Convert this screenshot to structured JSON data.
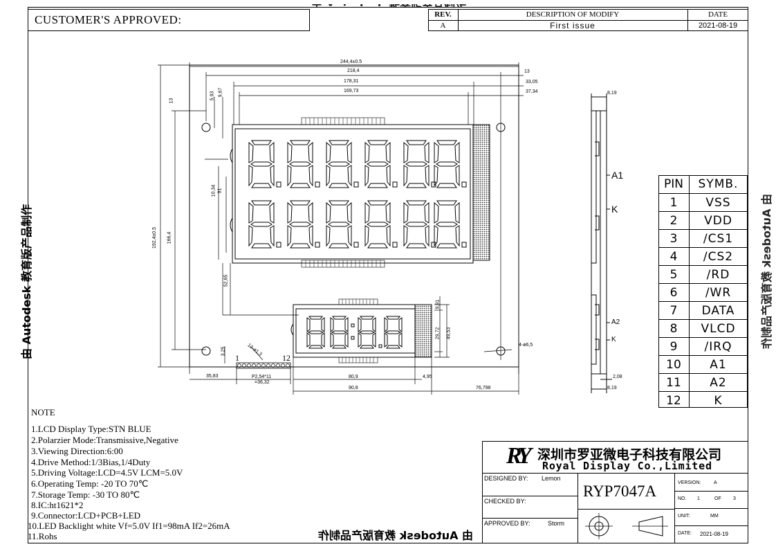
{
  "header": {
    "customer_label": "CUSTOMER'S APPROVED:",
    "rev_header": "REV.",
    "desc_header": "DESCRIPTION OF MODIFY",
    "date_header": "DATE",
    "rev_value": "A",
    "desc_value": "First issue",
    "date_value": "2021-08-19"
  },
  "watermark": {
    "text": "由 Autodesk 教育版产品制作"
  },
  "dimensions": {
    "overall_width": "244,4±0.5",
    "pcb_width": "218,4",
    "view_width": "178,31",
    "active_width": "169,73",
    "right_13": "13",
    "right_33": "33,05",
    "right_37": "37,34",
    "left_13": "13",
    "top_593": "5,93",
    "top_967": "9,67",
    "height_overall": "192,4±0.5",
    "height_pcb": "166,4",
    "char_h1": "10,34",
    "char_h2": "91",
    "spacing_52": "52,65",
    "small_991": "9,91",
    "small_2972": "29,72",
    "small_4953": "49,53",
    "hole": "4-ø6,5",
    "bottom_3583": "35,83",
    "pitch": "P2,54*11",
    "pitch_total": "=36,32",
    "pins_12": "12-ø1,3",
    "pin_first": "1",
    "pin_last": "12",
    "bottom_809": "80,9",
    "bottom_495": "4,95",
    "bottom_908": "90,8",
    "bottom_76798": "76,798",
    "offset_325": "3,25",
    "side_819_top": "8,19",
    "side_208": "2,08",
    "side_819_bottom": "8,19",
    "side_a1": "A1",
    "side_k1": "K",
    "side_a2": "A2",
    "side_k2": "K"
  },
  "pin_table": {
    "header_pin": "PIN",
    "header_symb": "SYMB.",
    "rows": [
      {
        "pin": "1",
        "symb": "VSS"
      },
      {
        "pin": "2",
        "symb": "VDD"
      },
      {
        "pin": "3",
        "symb": "/CS1"
      },
      {
        "pin": "4",
        "symb": "/CS2"
      },
      {
        "pin": "5",
        "symb": "/RD"
      },
      {
        "pin": "6",
        "symb": "/WR"
      },
      {
        "pin": "7",
        "symb": "DATA"
      },
      {
        "pin": "8",
        "symb": "VLCD"
      },
      {
        "pin": "9",
        "symb": "/IRQ"
      },
      {
        "pin": "10",
        "symb": "A1"
      },
      {
        "pin": "11",
        "symb": "A2"
      },
      {
        "pin": "12",
        "symb": "K"
      }
    ]
  },
  "notes": {
    "title": "NOTE",
    "lines": [
      "1.LCD Display Type:STN BLUE",
      "2.Polarzier Mode:Transmissive,Negative",
      "3.Viewing Direction:6:00",
      "4.Drive Method:1/3Bias,1/4Duty",
      "5.Driving Voltage:LCD=4.5V  LCM=5.0V",
      "6.Operating Temp: -20 TO 70℃",
      "7.Storage Temp: -30 TO 80℃",
      "8.IC:ht1621*2",
      "9.Connector:LCD+PCB+LED",
      "10.LED Backlight white Vf=5.0V If1=98mA If2=26mA",
      "11.Rohs"
    ]
  },
  "title_block": {
    "company_cn": "深圳市罗亚微电子科技有限公司",
    "company_en": "Royal Display Co.,Limited",
    "logo": "RY",
    "designed_label": "DESIGNED BY:",
    "designed_value": "Lemon",
    "checked_label": "CHECKED BY:",
    "checked_value": "",
    "approved_label": "APPROVED BY:",
    "approved_value": "Storm",
    "part_number": "RYP7047A",
    "version_label": "VERSION:",
    "version_value": "A",
    "no_label": "NO.",
    "no_value": "1",
    "of_label": "OF",
    "of_value": "3",
    "unit_label": "UNIT:",
    "unit_value": "MM",
    "date_label": "DATE:",
    "date_value": "2021-08-19"
  }
}
